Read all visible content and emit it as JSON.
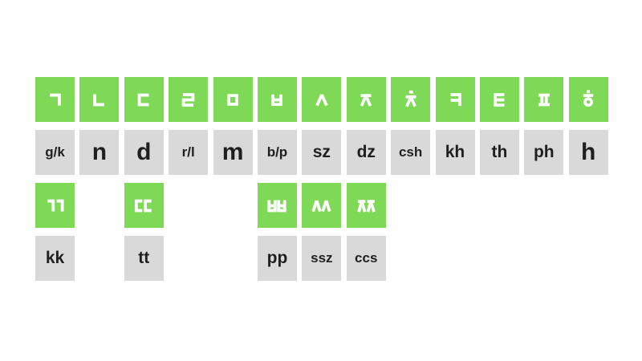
{
  "colors": {
    "background": "#ffffff",
    "tile_green": "#7ed957",
    "tile_gray": "#d9d9d9",
    "jamo_text": "#ffffff",
    "roman_text": "#1f1f1f"
  },
  "chart_data": {
    "type": "table",
    "basic_consonants": [
      {
        "jamo": "ㄱ",
        "roman": "g/k",
        "glyph": "giyeok"
      },
      {
        "jamo": "ㄴ",
        "roman": "n",
        "glyph": "nieun"
      },
      {
        "jamo": "ㄷ",
        "roman": "d",
        "glyph": "digeut"
      },
      {
        "jamo": "ㄹ",
        "roman": "r/l",
        "glyph": "rieul"
      },
      {
        "jamo": "ㅁ",
        "roman": "m",
        "glyph": "mieum"
      },
      {
        "jamo": "ㅂ",
        "roman": "b/p",
        "glyph": "bieup"
      },
      {
        "jamo": "ㅅ",
        "roman": "sz",
        "glyph": "siot"
      },
      {
        "jamo": "ㅈ",
        "roman": "dz",
        "glyph": "jieut"
      },
      {
        "jamo": "ㅊ",
        "roman": "csh",
        "glyph": "chieut"
      },
      {
        "jamo": "ㅋ",
        "roman": "kh",
        "glyph": "kieuk"
      },
      {
        "jamo": "ㅌ",
        "roman": "th",
        "glyph": "tieut"
      },
      {
        "jamo": "ㅍ",
        "roman": "ph",
        "glyph": "pieup"
      },
      {
        "jamo": "ㅎ",
        "roman": "h",
        "glyph": "hieut"
      }
    ],
    "double_consonants": [
      {
        "jamo": "ㄲ",
        "roman": "kk",
        "glyph": "ssang-giyeok",
        "column": 1
      },
      {
        "jamo": "ㄸ",
        "roman": "tt",
        "glyph": "ssang-digeut",
        "column": 3
      },
      {
        "jamo": "ㅃ",
        "roman": "pp",
        "glyph": "ssang-bieup",
        "column": 6
      },
      {
        "jamo": "ㅆ",
        "roman": "ssz",
        "glyph": "ssang-siot",
        "column": 7
      },
      {
        "jamo": "ㅉ",
        "roman": "ccs",
        "glyph": "ssang-jieut",
        "column": 8
      }
    ]
  }
}
